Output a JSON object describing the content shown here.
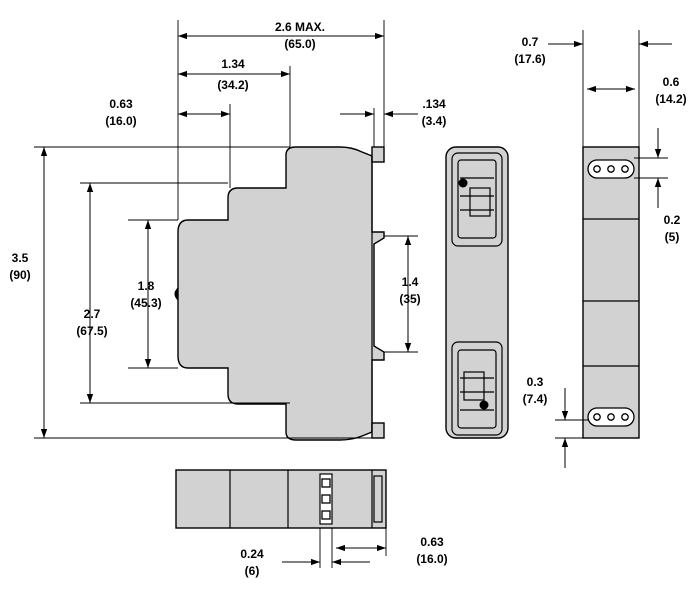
{
  "dimensions": {
    "overall_width": {
      "value": "2.6 MAX.",
      "metric": "(65.0)"
    },
    "front_depth": {
      "value": "1.34",
      "metric": "(34.2)"
    },
    "top_step": {
      "value": "0.63",
      "metric": "(16.0)"
    },
    "clip_thickness": {
      "value": ".134",
      "metric": "(3.4)"
    },
    "overall_height": {
      "value": "3.5",
      "metric": "(90)"
    },
    "mid_height": {
      "value": "2.7",
      "metric": "(67.5)"
    },
    "front_height": {
      "value": "1.8",
      "metric": "(45.3)"
    },
    "rail_gap": {
      "value": "1.4",
      "metric": "(35)"
    },
    "module_width": {
      "value": "0.7",
      "metric": "(17.6)"
    },
    "terminal_width": {
      "value": "0.6",
      "metric": "(14.2)"
    },
    "terminal_strip": {
      "value": "0.2",
      "metric": "(5)"
    },
    "terminal_offset": {
      "value": "0.3",
      "metric": "(7.4)"
    },
    "bottom_slot": {
      "value": "0.24",
      "metric": "(6)"
    },
    "bottom_offset": {
      "value": "0.63",
      "metric": "(16.0)"
    }
  }
}
